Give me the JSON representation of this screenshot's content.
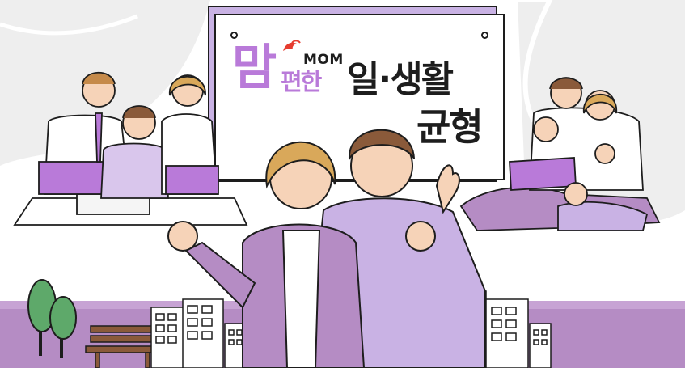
{
  "banner": {
    "logo_mom": "MOM",
    "logo_ma": "맘",
    "logo_pyeon": "편한",
    "title_line1": "일·생활",
    "title_line2": "균형"
  },
  "colors": {
    "accent_purple": "#b97ad9",
    "light_purple": "#c9b2e4",
    "ground_purple": "#b58cc4",
    "ink": "#1d1d1d",
    "bg_grey": "#eeeeee",
    "tree_green": "#5ea96a"
  },
  "icons": {
    "logo_mark": "red-bird-icon"
  }
}
